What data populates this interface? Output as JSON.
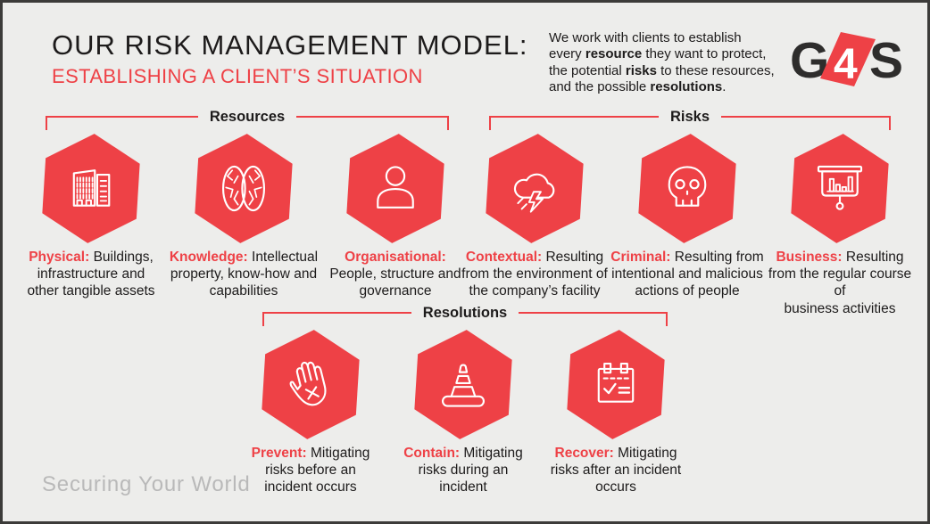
{
  "colors": {
    "accent": "#ee4146",
    "background": "#ededeb",
    "frame": "#3c3b39",
    "text": "#1d1b1b",
    "tagline": "#b9b9b9",
    "logo_dark": "#2e2d2c",
    "icon_stroke": "#ffffff"
  },
  "header": {
    "title": "OUR RISK MANAGEMENT MODEL:",
    "subtitle": "ESTABLISHING A CLIENT’S SITUATION",
    "intro": {
      "lines": [
        {
          "segments": [
            {
              "text": "We work with clients to establish",
              "bold": false
            }
          ]
        },
        {
          "segments": [
            {
              "text": "every ",
              "bold": false
            },
            {
              "text": "resource",
              "bold": true
            },
            {
              "text": " they want to protect,",
              "bold": false
            }
          ]
        },
        {
          "segments": [
            {
              "text": "the potential ",
              "bold": false
            },
            {
              "text": "risks",
              "bold": true
            },
            {
              "text": " to these resources,",
              "bold": false
            }
          ]
        },
        {
          "segments": [
            {
              "text": "and the possible ",
              "bold": false
            },
            {
              "text": "resolutions",
              "bold": true
            },
            {
              "text": ".",
              "bold": false
            }
          ]
        }
      ]
    },
    "logo_text": "G4S",
    "logo_g": "G",
    "logo_4": "4",
    "logo_s": "S"
  },
  "groups": [
    {
      "label": "Resources",
      "items": [
        {
          "icon": "building-icon",
          "term": "Physical:",
          "desc": " Buildings,\ninfrastructure and\nother tangible assets"
        },
        {
          "icon": "brain-icon",
          "term": "Knowledge:",
          "desc": " Intellectual\nproperty, know-how and\ncapabilities"
        },
        {
          "icon": "person-icon",
          "term": "Organisational:",
          "desc": "\nPeople, structure and\ngovernance"
        }
      ]
    },
    {
      "label": "Risks",
      "items": [
        {
          "icon": "storm-cloud-icon",
          "term": "Contextual:",
          "desc": " Resulting\nfrom the environment of\nthe company’s facility"
        },
        {
          "icon": "skull-icon",
          "term": "Criminal:",
          "desc": " Resulting from\nintentional and malicious\nactions of people"
        },
        {
          "icon": "presentation-chart-icon",
          "term": "Business:",
          "desc": " Resulting\nfrom the regular course of\nbusiness activities"
        }
      ]
    },
    {
      "label": "Resolutions",
      "items": [
        {
          "icon": "stop-hand-icon",
          "term": "Prevent:",
          "desc": " Mitigating\nrisks before an\nincident occurs"
        },
        {
          "icon": "traffic-cone-icon",
          "term": "Contain:",
          "desc": " Mitigating\nrisks during an\nincident"
        },
        {
          "icon": "checklist-calendar-icon",
          "term": "Recover:",
          "desc": " Mitigating\nrisks after an incident\noccurs"
        }
      ]
    }
  ],
  "footer": {
    "tagline": "Securing Your World"
  }
}
